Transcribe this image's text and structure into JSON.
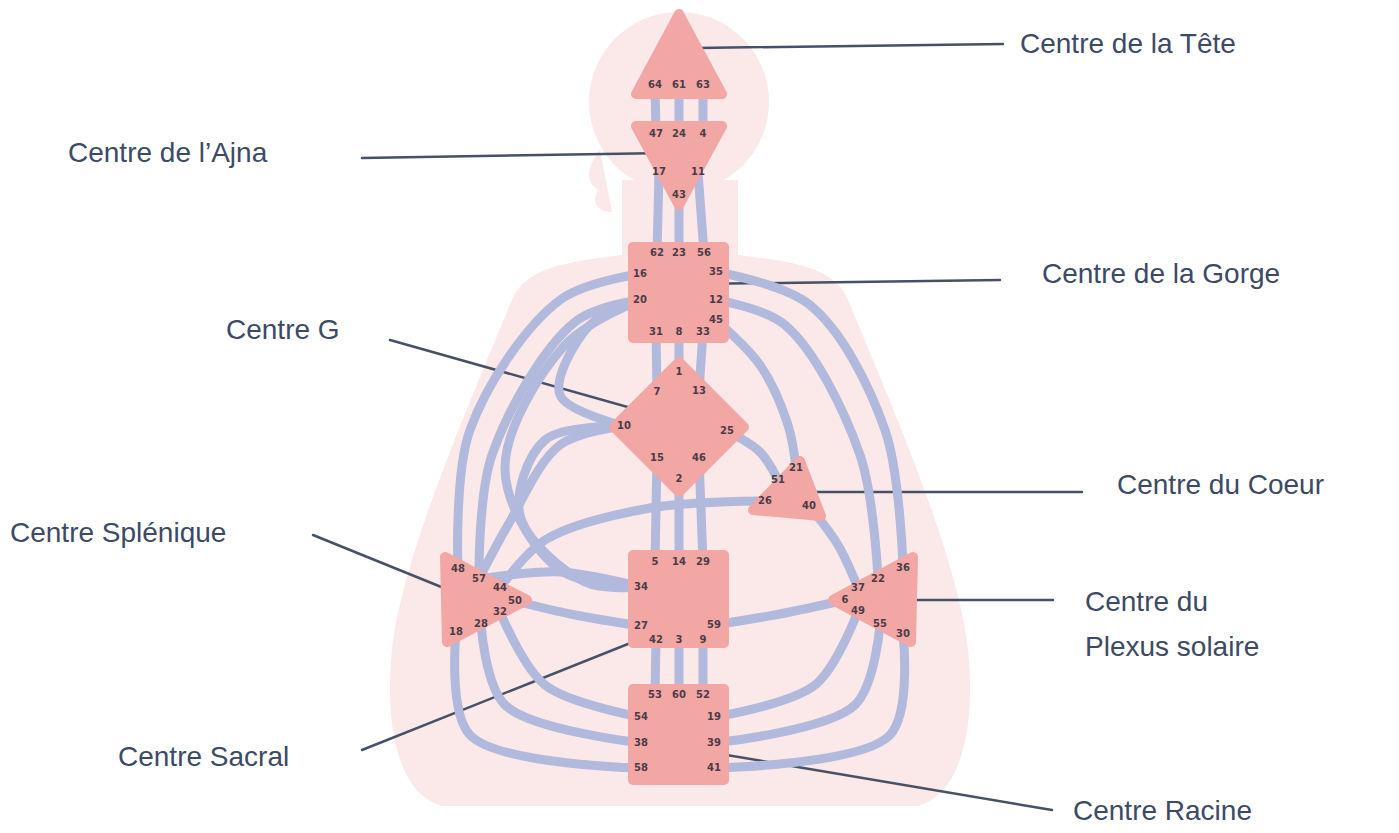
{
  "diagram": {
    "nodes": [
      {
        "text": [
          "64",
          "61",
          "63"
        ]
      },
      {
        "text": [
          "47",
          "24",
          "4",
          "17",
          "11",
          "43"
        ]
      },
      {
        "text": [
          "62",
          "23",
          "56",
          "16",
          "35",
          "20",
          "12",
          "45",
          "31",
          "8",
          "33"
        ]
      },
      {
        "text": [
          "1",
          "7",
          "13",
          "10",
          "25",
          "15",
          "46",
          "2"
        ]
      },
      {
        "text": [
          "21",
          "51",
          "26",
          "40"
        ]
      },
      {
        "text": [
          "48",
          "57",
          "44",
          "50",
          "32",
          "28",
          "18"
        ]
      },
      {
        "text": [
          "5",
          "14",
          "29",
          "34",
          "27",
          "59",
          "42",
          "3",
          "9"
        ]
      },
      {
        "text": [
          "36",
          "22",
          "37",
          "6",
          "49",
          "55",
          "30"
        ]
      },
      {
        "text": [
          "53",
          "60",
          "52",
          "54",
          "19",
          "38",
          "39",
          "58",
          "41"
        ]
      }
    ],
    "edges": [
      {
        "from": 0,
        "to": 1,
        "arrow": "none"
      },
      {
        "from": 0,
        "to": 1,
        "arrow": "none"
      },
      {
        "from": 0,
        "to": 1,
        "arrow": "none"
      },
      {
        "from": 1,
        "to": 2,
        "arrow": "none"
      },
      {
        "from": 1,
        "to": 2,
        "arrow": "none"
      },
      {
        "from": 1,
        "to": 2,
        "arrow": "none"
      },
      {
        "from": 2,
        "to": 3,
        "arrow": "none"
      },
      {
        "from": 2,
        "to": 3,
        "arrow": "none"
      },
      {
        "from": 2,
        "to": 3,
        "arrow": "none"
      },
      {
        "from": 2,
        "to": 3,
        "arrow": "none"
      },
      {
        "from": 2,
        "to": 4,
        "arrow": "none"
      },
      {
        "from": 2,
        "to": 7,
        "arrow": "none"
      },
      {
        "from": 2,
        "to": 7,
        "arrow": "none"
      },
      {
        "from": 2,
        "to": 5,
        "arrow": "none"
      },
      {
        "from": 2,
        "to": 5,
        "arrow": "none"
      },
      {
        "from": 2,
        "to": 6,
        "arrow": "none"
      },
      {
        "from": 3,
        "to": 6,
        "arrow": "none"
      },
      {
        "from": 3,
        "to": 6,
        "arrow": "none"
      },
      {
        "from": 3,
        "to": 6,
        "arrow": "none"
      },
      {
        "from": 3,
        "to": 6,
        "arrow": "none"
      },
      {
        "from": 3,
        "to": 5,
        "arrow": "none"
      },
      {
        "from": 3,
        "to": 4,
        "arrow": "none"
      },
      {
        "from": 4,
        "to": 5,
        "arrow": "none"
      },
      {
        "from": 4,
        "to": 7,
        "arrow": "none"
      },
      {
        "from": 5,
        "to": 6,
        "arrow": "none"
      },
      {
        "from": 5,
        "to": 6,
        "arrow": "none"
      },
      {
        "from": 6,
        "to": 7,
        "arrow": "none"
      },
      {
        "from": 6,
        "to": 8,
        "arrow": "none"
      },
      {
        "from": 6,
        "to": 8,
        "arrow": "none"
      },
      {
        "from": 6,
        "to": 8,
        "arrow": "none"
      },
      {
        "from": 5,
        "to": 8,
        "arrow": "none"
      },
      {
        "from": 5,
        "to": 8,
        "arrow": "none"
      },
      {
        "from": 5,
        "to": 8,
        "arrow": "none"
      },
      {
        "from": 7,
        "to": 8,
        "arrow": "none"
      },
      {
        "from": 7,
        "to": 8,
        "arrow": "none"
      },
      {
        "from": 7,
        "to": 8,
        "arrow": "none"
      }
    ],
    "labels": [
      "Centre de la Tête",
      "Centre de l’Ajna",
      "Centre de la Gorge",
      "Centre G",
      "Centre du Coeur",
      "Centre Splénique",
      "Centre du Plexus solaire",
      "Centre Sacral",
      "Centre Racine"
    ]
  }
}
